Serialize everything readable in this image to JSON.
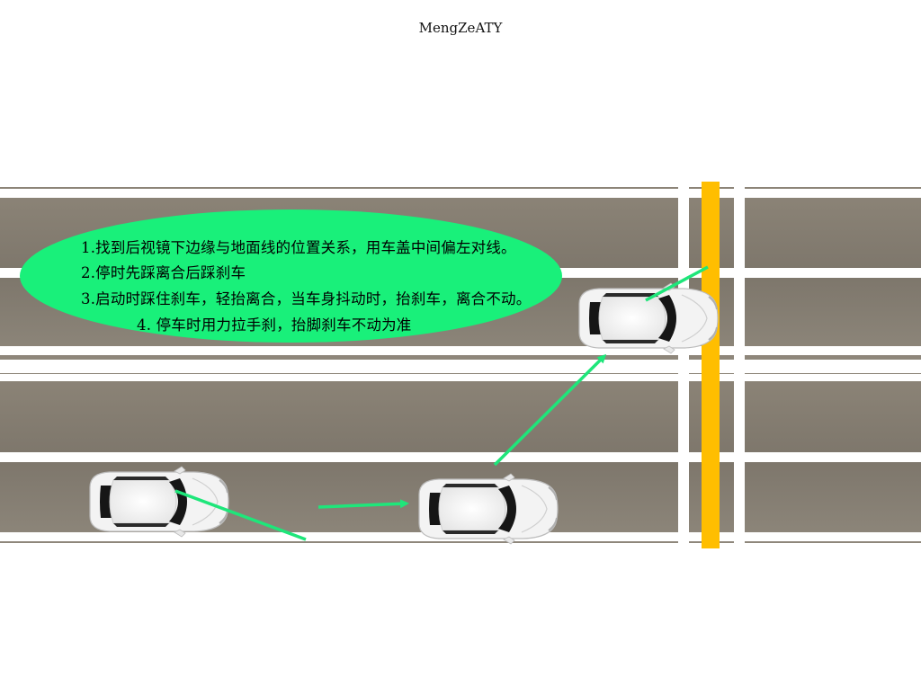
{
  "header": {
    "title": "MengZeATY"
  },
  "instructions": [
    "1.找到后视镜下边缘与地面线的位置关系，用车盖中间偏左对线。",
    "2.停时先踩离合后踩刹车",
    "3.启动时踩住刹车，轻抬离合，当车身抖动时，抬刹车，离合不动。",
    "4.  停车时用力拉手刹，抬脚刹车不动为准"
  ],
  "colors": {
    "road": "#8a8275",
    "lane_line": "#ffffff",
    "stop_line": "#ffbe00",
    "bubble": "#19f07a",
    "arrow": "#1ee67a"
  },
  "icons": [
    "car-icon",
    "arrow-icon",
    "sight-line-icon"
  ]
}
